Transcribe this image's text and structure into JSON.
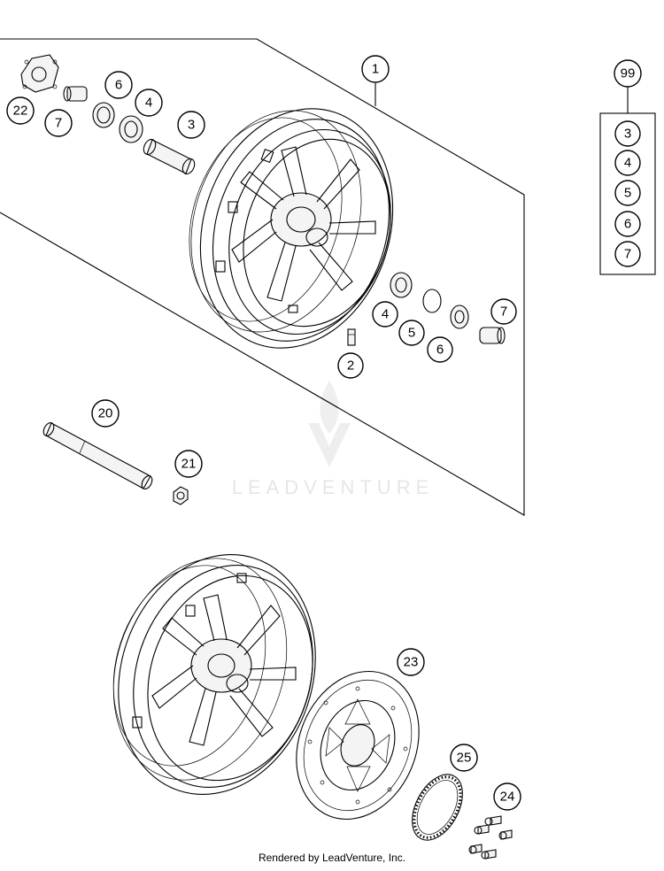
{
  "callouts": [
    {
      "label": "1"
    },
    {
      "label": "2"
    },
    {
      "label": "3"
    },
    {
      "label": "4"
    },
    {
      "label": "4"
    },
    {
      "label": "5"
    },
    {
      "label": "6"
    },
    {
      "label": "6"
    },
    {
      "label": "7"
    },
    {
      "label": "7"
    },
    {
      "label": "20"
    },
    {
      "label": "21"
    },
    {
      "label": "22"
    },
    {
      "label": "23"
    },
    {
      "label": "24"
    },
    {
      "label": "25"
    }
  ],
  "kit": {
    "label": "99",
    "items": [
      "3",
      "4",
      "5",
      "6",
      "7"
    ]
  },
  "watermark": {
    "brand": "LEADVENTURE"
  },
  "footer": {
    "text": "Rendered by LeadVenture, Inc."
  }
}
